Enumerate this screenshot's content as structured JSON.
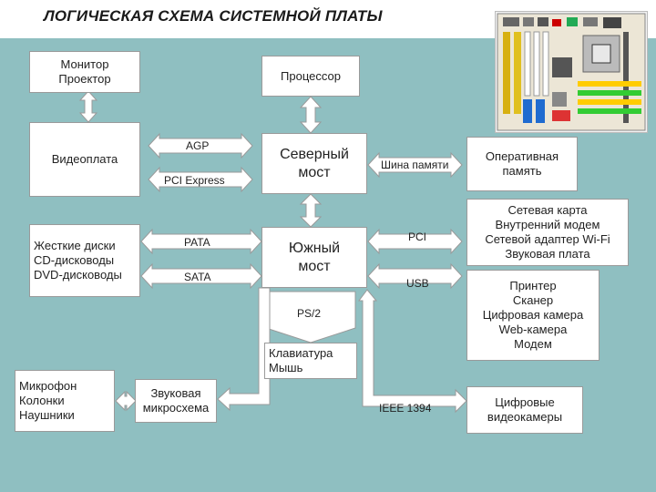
{
  "title": "ЛОГИЧЕСКАЯ СХЕМА СИСТЕМНОЙ ПЛАТЫ",
  "colors": {
    "background": "#8fbfc1",
    "box": "#ffffff",
    "border": "#9a9a9a",
    "text": "#222222"
  },
  "boxes": {
    "monitor": "Монитор\nПроектор",
    "cpu": "Процессор",
    "video": "Видеоплата",
    "north": "Северный\nмост",
    "ram": "Оперативная\nпамять",
    "disks": "Жесткие диски\nCD-дисководы\nDVD-дисководы",
    "south": "Южный\nмост",
    "network": "Сетевая карта\nВнутренний модем\nСетевой адаптер Wi-Fi\nЗвуковая плата",
    "usb_devices": "Принтер\nСканер\nЦифровая камера\nWeb-камера\nМодем",
    "keyboard": "Клавиатура\nМышь",
    "audio_out": "Микрофон\nКолонки\nНаушники",
    "sound_chip": "Звуковая\nмикросхема",
    "digital_cams": "Цифровые\nвидеокамеры"
  },
  "buses": {
    "agp": "AGP",
    "pcie": "PCI Express",
    "mem_bus": "Шина памяти",
    "pata": "PATA",
    "sata": "SATA",
    "pci": "PCI",
    "usb": "USB",
    "ps2": "PS/2",
    "ieee": "IEEE 1394"
  }
}
